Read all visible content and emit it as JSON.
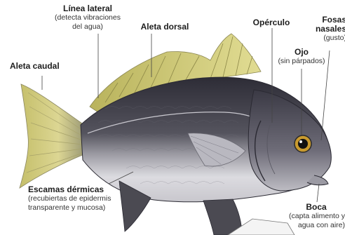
{
  "labels": {
    "linea_lateral": {
      "title": "Línea lateral",
      "desc_1": "(detecta vibraciones",
      "desc_2": "del agua)"
    },
    "aleta_dorsal": {
      "title": "Aleta dorsal"
    },
    "operculo": {
      "title": "Opérculo"
    },
    "fosas_nasales": {
      "title_1": "Fosas",
      "title_2": "nasales",
      "desc": "(gusto)"
    },
    "ojo": {
      "title": "Ojo",
      "desc": "(sin párpados)"
    },
    "aleta_caudal": {
      "title": "Aleta caudal"
    },
    "escamas": {
      "title": "Escamas dérmicas",
      "desc_1": "(recubiertas de epidermis",
      "desc_2": "transparente y mucosa)"
    },
    "boca": {
      "title": "Boca",
      "desc_1": "(capta alimento y",
      "desc_2": "agua con aire)"
    }
  },
  "colors": {
    "body_dark": "#3b3a44",
    "body_light": "#d9d8dc",
    "fin_yellow": "#c9c46a",
    "fin_dark": "#3a3a3a",
    "eye": "#c99a2e"
  },
  "icons": [
    "fish-illustration"
  ]
}
